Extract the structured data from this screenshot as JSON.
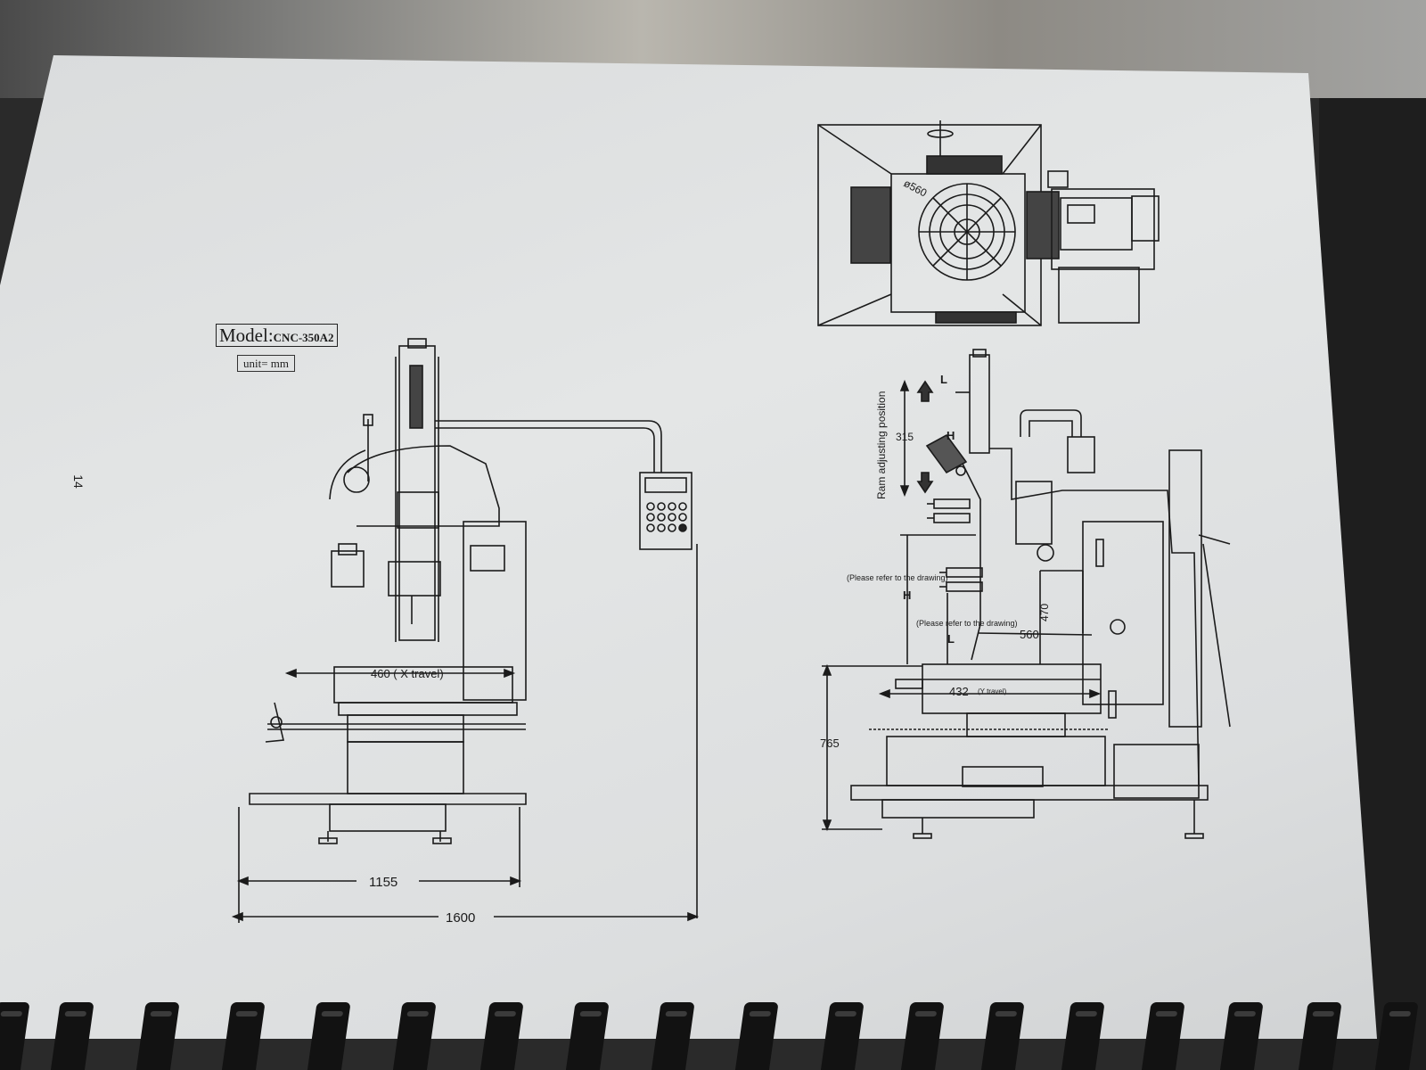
{
  "page": {
    "page_number": "14",
    "model_label": "Model:",
    "model_value": "CNC-350A2",
    "unit_label": "unit= mm"
  },
  "front_view": {
    "x_travel_label": "460 ( X travel)",
    "dim_width_1": "1155",
    "dim_width_2": "1600"
  },
  "top_view": {
    "table_diameter": "ø560"
  },
  "side_view": {
    "ram_label": "Ram adjusting position",
    "ram_value": "315",
    "L_label": "L",
    "H_label": "H",
    "H_note": "(Please refer to the drawing)",
    "L_note": "(Please refer to the drawing)",
    "dim_470": "470",
    "dim_560": "560",
    "y_travel_value": "432",
    "y_travel_label": "(Y travel)",
    "height_value": "765",
    "H_bottom": "H",
    "L_bottom": "L"
  },
  "colors": {
    "paper": "#dfe1e2",
    "ink": "#1b1b1b",
    "binding": "#121212"
  }
}
